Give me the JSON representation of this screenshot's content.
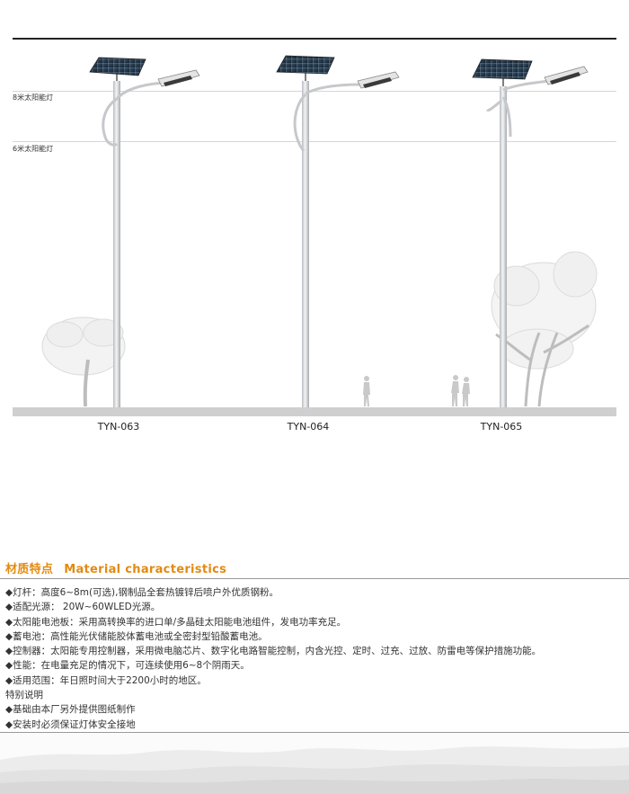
{
  "guides": {
    "label_8m": "8米太阳能灯",
    "label_6m": "6米太阳能灯"
  },
  "models": [
    "TYN-063",
    "TYN-064",
    "TYN-065"
  ],
  "section": {
    "title_cn": "材质特点",
    "title_en": "Material characteristics"
  },
  "features": [
    "◆灯杆：高度6~8m(可选),钢制品全套热镀锌后喷户外优质钢粉。",
    "◆适配光源： 20W~60WLED光源。",
    "◆太阳能电池板：采用高转换率的进口单/多晶硅太阳能电池组件，发电功率充足。",
    "◆蓄电池：高性能光伏储能胶体蓄电池或全密封型铅酸蓄电池。",
    "◆控制器：太阳能专用控制器，采用微电脑芯片、数字化电路智能控制，内含光控、定时、过充、过放、防雷电等保护措施功能。",
    "◆性能：在电量充足的情况下，可连续使用6~8个阴雨天。",
    "◆适用范围：年日照时间大于2200小时的地区。",
    "特别说明",
    "◆基础由本厂另外提供图纸制作",
    "◆安装时必须保证灯体安全接地"
  ],
  "colors": {
    "accent": "#e38a10",
    "ground": "#cfcfcf",
    "panel": "#1f3347"
  }
}
